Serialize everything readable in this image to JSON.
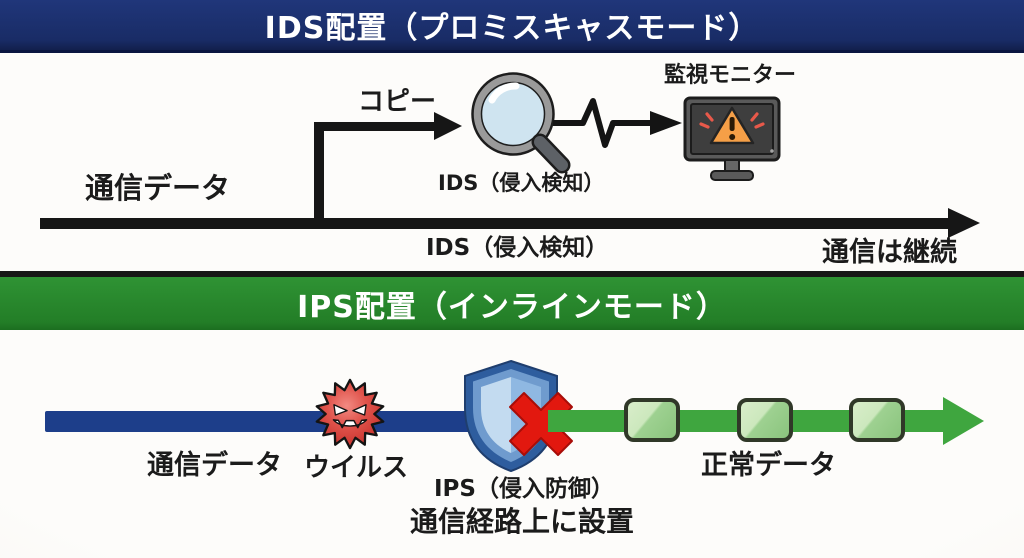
{
  "ids_section": {
    "banner_title": "IDS配置（プロミスキャスモード）",
    "banner_color": "#1b2e6c",
    "traffic_label": "通信データ",
    "copy_label": "コピー",
    "ids_device_label": "IDS（侵入検知）",
    "monitor_label": "監視モニター",
    "ids_line_label": "IDS（侵入検知）",
    "continue_label": "通信は継続",
    "flow_line_color": "#161616"
  },
  "ips_section": {
    "banner_title": "IPS配置（インラインモード）",
    "banner_color": "#28872c",
    "traffic_label": "通信データ",
    "virus_label": "ウイルス",
    "ips_device_label": "IPS（侵入防御）",
    "placement_label": "通信経路上に設置",
    "normal_label": "正常データ",
    "inbound_line_color": "#1d3e8a",
    "outbound_line_color": "#3fa63f"
  },
  "icons": {
    "magnifier": "magnifier-icon",
    "monitor_alert": "monitor-alert-icon",
    "virus": "virus-icon",
    "shield": "shield-icon",
    "block_x": "block-x-icon",
    "packet": "packet-icon"
  }
}
